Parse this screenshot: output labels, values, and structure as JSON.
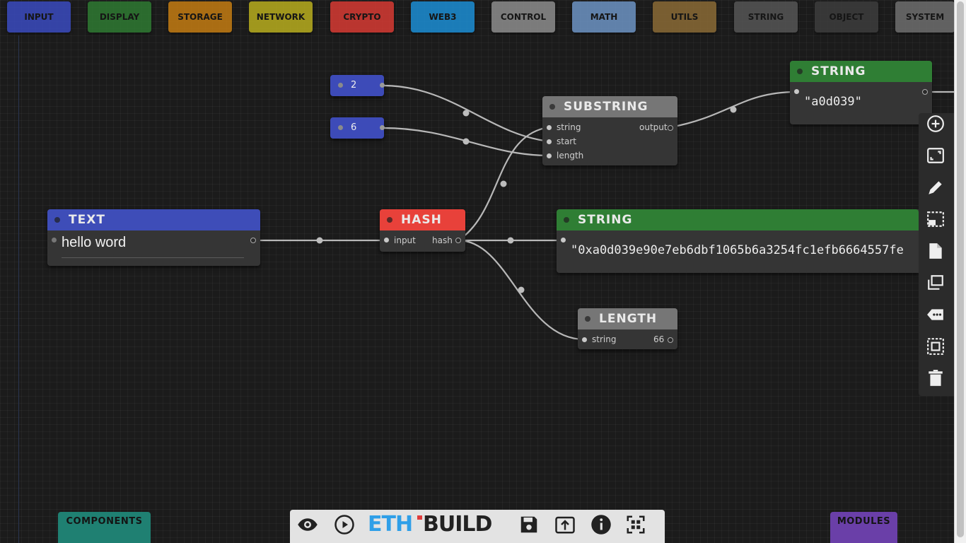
{
  "tabs": [
    {
      "label": "INPUT",
      "color": "#3a4bbf"
    },
    {
      "label": "DISPLAY",
      "color": "#2e7a32"
    },
    {
      "label": "STORAGE",
      "color": "#c47c12"
    },
    {
      "label": "NETWORK",
      "color": "#b8ad1e"
    },
    {
      "label": "CRYPTO",
      "color": "#d63a33"
    },
    {
      "label": "WEB3",
      "color": "#1c8ed4"
    },
    {
      "label": "CONTROL",
      "color": "#8c8c8c"
    },
    {
      "label": "MATH",
      "color": "#6d93c4"
    },
    {
      "label": "UTILS",
      "color": "#8a6a36"
    },
    {
      "label": "STRING",
      "color": "#555555"
    },
    {
      "label": "OBJECT",
      "color": "#3c3c3c"
    },
    {
      "label": "SYSTEM",
      "color": "#6e6e6e"
    }
  ],
  "nodes": {
    "text": {
      "title": "TEXT",
      "value": "hello word",
      "color": "#3e4db8"
    },
    "num1": {
      "value": "2"
    },
    "num2": {
      "value": "6"
    },
    "hash": {
      "title": "HASH",
      "input": "input",
      "output": "hash",
      "color": "#e8413a"
    },
    "substring": {
      "title": "SUBSTRING",
      "in1": "string",
      "in2": "start",
      "in3": "length",
      "output": "output",
      "color": "#767676"
    },
    "string_top": {
      "title": "STRING",
      "value": "\"a0d039\"",
      "color": "#2f7e34"
    },
    "string_mid": {
      "title": "STRING",
      "value": "\"0xa0d039e90e7eb6dbf1065b6a3254fc1efb6664557fe",
      "color": "#2f7e34"
    },
    "length": {
      "title": "LENGTH",
      "input": "string",
      "output": "66",
      "color": "#767676"
    }
  },
  "right_toolbar": [
    "add-circle-icon",
    "fit-screen-icon",
    "edit-pencil-icon",
    "selection-icon",
    "document-icon",
    "copy-stack-icon",
    "more-label-icon",
    "select-all-icon",
    "trash-icon"
  ],
  "bottom_bar": {
    "logo_eth": "ETH",
    "logo_build": "BUILD",
    "buttons": [
      "eye-icon",
      "play-icon",
      "save-icon",
      "upload-icon",
      "info-icon",
      "qr-code-icon"
    ]
  },
  "corner": {
    "components": "COMPONENTS",
    "components_color": "#1f8072",
    "modules": "MODULES",
    "modules_color": "#6a3fa8"
  }
}
